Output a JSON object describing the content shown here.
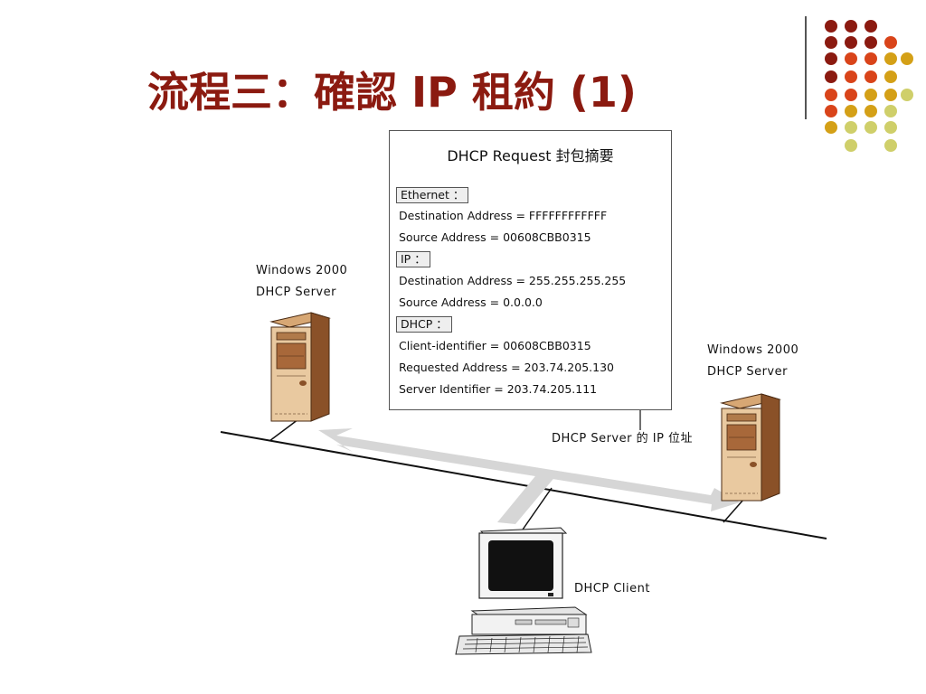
{
  "slide": {
    "title": "流程三：確認 IP 租約 (1)"
  },
  "packet_summary": {
    "heading": "DHCP Request 封包摘要",
    "sections": [
      {
        "tag": "Ethernet ：",
        "rows": [
          "Destination Address = FFFFFFFFFFFF",
          "Source Address = 00608CBB0315"
        ]
      },
      {
        "tag": "IP ：",
        "rows": [
          "Destination Address = 255.255.255.255",
          "Source Address = 0.0.0.0"
        ]
      },
      {
        "tag": "DHCP ：",
        "rows": [
          "Client-identifier = 00608CBB0315",
          "Requested Address = 203.74.205.130",
          "Server Identifier = 203.74.205.111"
        ]
      }
    ]
  },
  "labels": {
    "left_server_line1": "Windows 2000",
    "left_server_line2": "DHCP Server",
    "right_server_line1": "Windows 2000",
    "right_server_line2": "DHCP Server",
    "client": "DHCP Client",
    "annotation": "DHCP Server 的 IP 位址"
  },
  "colors": {
    "title": "#8b1a10",
    "dot_dark_red": "#8b1a10",
    "dot_orange": "#d9441a",
    "dot_gold": "#d4a017",
    "dot_khaki": "#cfcf6a",
    "arrow": "#d9d9d9",
    "server_body": "#b87a44"
  }
}
